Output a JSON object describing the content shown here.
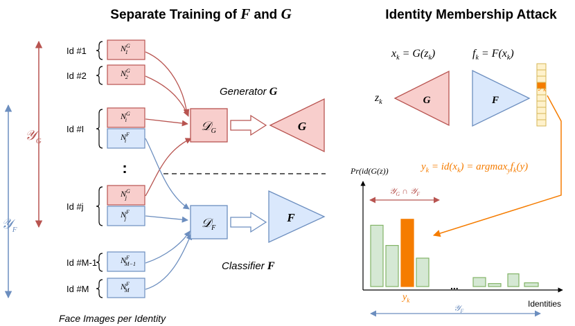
{
  "left_title": {
    "text": "Separate Training of ",
    "v1": "F",
    "mid": " and ",
    "v2": "G"
  },
  "right_title": "Identity Membership Attack",
  "identities": [
    {
      "label": "Id #1",
      "boxes": [
        {
          "n": "N",
          "sup": "G",
          "sub": "1"
        }
      ]
    },
    {
      "label": "Id #2",
      "boxes": [
        {
          "n": "N",
          "sup": "G",
          "sub": "2"
        }
      ]
    },
    {
      "label": "Id #I",
      "boxes": [
        {
          "n": "N",
          "sup": "G",
          "sub": "i"
        },
        {
          "n": "N",
          "sup": "F",
          "sub": "i"
        }
      ]
    },
    {
      "label": "Id #j",
      "boxes": [
        {
          "n": "N",
          "sup": "G",
          "sub": "j"
        },
        {
          "n": "N",
          "sup": "F",
          "sub": "j"
        }
      ]
    },
    {
      "label": "Id #M-1",
      "boxes": [
        {
          "n": "N",
          "sup": "F",
          "sub": "M−1"
        }
      ]
    },
    {
      "label": "Id #M",
      "boxes": [
        {
          "n": "N",
          "sup": "F",
          "sub": "M"
        }
      ]
    }
  ],
  "ellipsis": ":",
  "yG": {
    "main": "𝒴",
    "sub": "G"
  },
  "yF": {
    "main": "𝒴",
    "sub": "F"
  },
  "discriminators": {
    "g": {
      "main": "𝒟",
      "sub": "G"
    },
    "f": {
      "main": "𝒟",
      "sub": "F"
    }
  },
  "generator_label": {
    "text": "Generator ",
    "var": "G"
  },
  "classifier_label": {
    "text": "Classifier ",
    "var": "F"
  },
  "triangle_labels": {
    "g": "G",
    "f": "F"
  },
  "caption": "Face Images per Identity",
  "attack": {
    "eq_x": {
      "lhs": "x",
      "lhs_sub": "k",
      "rhs": " = G(z",
      "rhs_sub": "k",
      "close": ")"
    },
    "eq_f": {
      "lhs": "f",
      "lhs_sub": "k",
      "rhs": " = F(x",
      "rhs_sub": "k",
      "close": ")"
    },
    "z_label": {
      "main": "z",
      "sub": "k"
    },
    "yk_label": {
      "main": "y",
      "sub": "k"
    },
    "argmax_eq": {
      "a": "y",
      "a_sub": "k",
      "b": " = id(x",
      "b_sub": "k",
      "c": ") = argmax",
      "c_sub": "y",
      "d": "f",
      "d_sub": "k",
      "e": "(y)"
    },
    "pr_label": "Pr(id(G(z))",
    "overlap_label": {
      "a": "𝒴",
      "a_sub": "G",
      "cap": " ∩ ",
      "b": "𝒴",
      "b_sub": "F"
    },
    "bar_ellipsis": "...",
    "x_axis_label": "Identities",
    "bottom_range": {
      "main": "𝒴",
      "sub": "F"
    },
    "bar_highlight_label": {
      "main": "y",
      "sub": "k"
    }
  },
  "chart_data": {
    "type": "bar",
    "title": "",
    "ylabel": "Pr(id(G(z))",
    "xlabel": "Identities",
    "values_left": [
      0.82,
      0.55,
      0.9,
      0.38
    ],
    "values_right": [
      0.12,
      0.04,
      0.17,
      0.05
    ],
    "highlight_index": 2,
    "highlight_label": "y_k",
    "colors": {
      "bar": "#d5e8d4",
      "bar_stroke": "#82b366",
      "highlight": "#f57c00"
    }
  },
  "colors": {
    "g_fill": "#f8cecc",
    "g_stroke": "#b85450",
    "f_fill": "#dae8fc",
    "f_stroke": "#6c8ebf",
    "red_arrow": "#b85450",
    "blue_arrow": "#6c8ebf",
    "orange": "#f57c00",
    "vec_fill": "#fff2cc",
    "vec_stroke": "#d6b656"
  }
}
